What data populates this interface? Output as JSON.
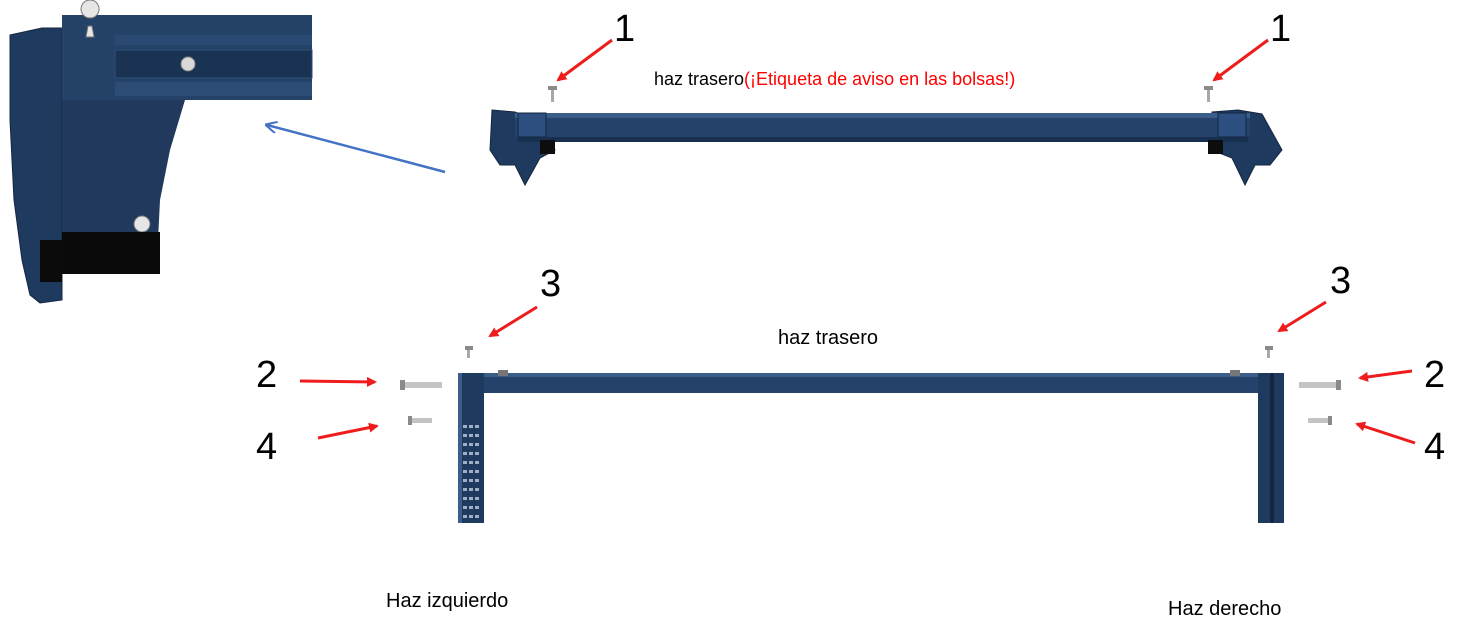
{
  "top_beam": {
    "label": "haz trasero",
    "warning": "(¡Etiqueta de aviso en las bolsas!)"
  },
  "frame": {
    "rear_label": "haz trasero",
    "left_label": "Haz izquierdo",
    "right_label": "Haz derecho"
  },
  "callouts": {
    "screw_1": "1",
    "bolt_2": "2",
    "screw_3": "3",
    "bolt_4": "4"
  },
  "colors": {
    "steel": "#1f3a5f",
    "steel_dark": "#142640",
    "steel_light": "#33557f",
    "callout_arrow": "#ee1c1c",
    "zoom_arrow": "#4472c4",
    "warning_text": "#ff0000"
  }
}
